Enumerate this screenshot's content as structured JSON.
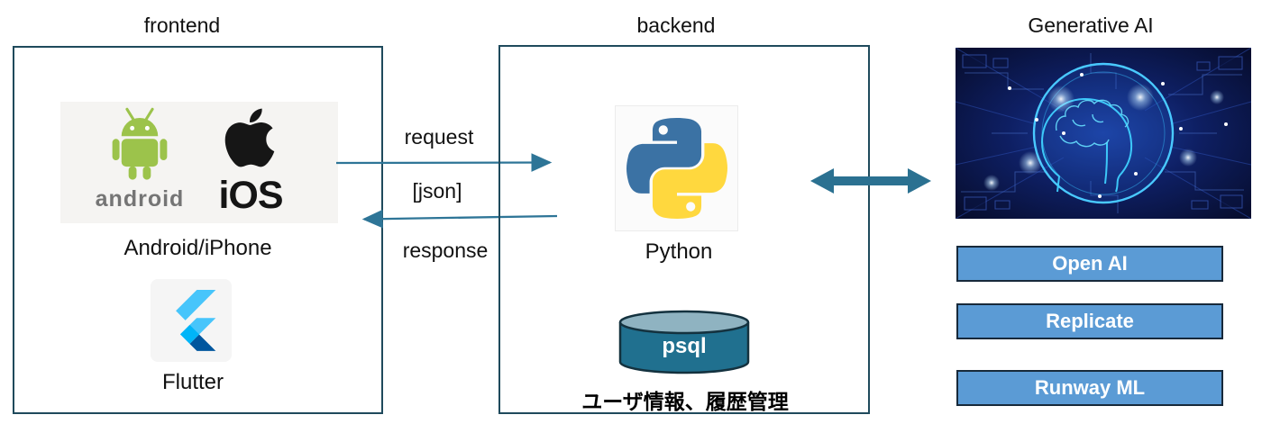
{
  "frontend": {
    "title": "frontend",
    "android_wordmark": "android",
    "ios_label": "iOS",
    "platform_label": "Android/iPhone",
    "flutter_label": "Flutter"
  },
  "connection": {
    "request_label": "request",
    "payload_label": "[json]",
    "response_label": "response"
  },
  "backend": {
    "title": "backend",
    "python_label": "Python",
    "database_label": "psql",
    "database_caption": "ユーザ情報、履歴管理"
  },
  "genai": {
    "title": "Generative AI",
    "buttons": [
      "Open AI",
      "Replicate",
      "Runway ML"
    ]
  },
  "icons": {
    "android_robot": "android-robot-icon",
    "apple_logo": "apple-logo-icon",
    "flutter_logo": "flutter-logo-icon",
    "python_logo": "python-logo-icon",
    "database_cylinder": "database-cylinder-icon",
    "request_arrow": "right-arrow-icon",
    "response_arrow": "left-arrow-icon",
    "bidirectional_arrow": "double-headed-arrow-icon",
    "genai_image": "ai-brain-circuit-image"
  },
  "colors": {
    "box_border": "#1F4A5C",
    "thin_arrow": "#2E7597",
    "block_arrow": "#2B7191",
    "button_fill": "#5B9BD5",
    "button_border": "#17293A",
    "button_text": "#FFFFFF",
    "android_green": "#9CC34B",
    "python_blue": "#3B72A4",
    "python_yellow": "#FFD83E",
    "flutter_light": "#47C5FB",
    "flutter_mid": "#00B5F8",
    "flutter_dark": "#00569E",
    "db_body": "#20708F",
    "db_top": "#8FB3C1"
  }
}
